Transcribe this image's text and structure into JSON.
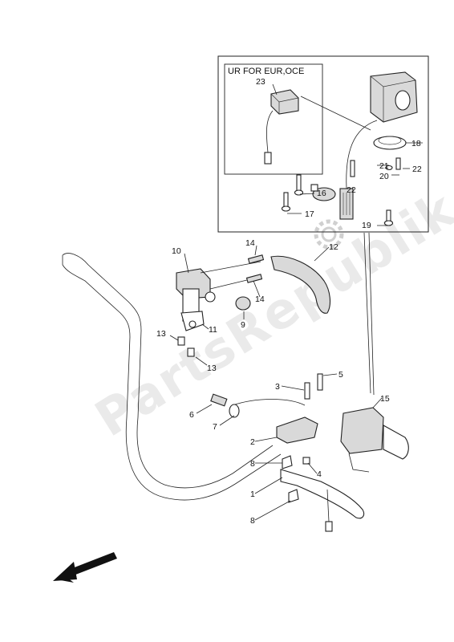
{
  "inset": {
    "title": "UR FOR EUR,OCE"
  },
  "watermark": "PartsRepublik",
  "callouts": {
    "c1": "1",
    "c2": "2",
    "c3": "3",
    "c4": "4",
    "c5": "5",
    "c6": "6",
    "c7": "7",
    "c8a": "8",
    "c8b": "8",
    "c9": "9",
    "c10": "10",
    "c11": "11",
    "c12": "12",
    "c13a": "13",
    "c13b": "13",
    "c14a": "14",
    "c14b": "14",
    "c15": "15",
    "c16": "16",
    "c17": "17",
    "c18": "18",
    "c19": "19",
    "c20": "20",
    "c21": "21",
    "c22a": "22",
    "c22b": "22",
    "c23": "23"
  },
  "icons": {
    "front_arrow": "arrow-down-left-icon",
    "watermark_gear": "gear-icon"
  }
}
